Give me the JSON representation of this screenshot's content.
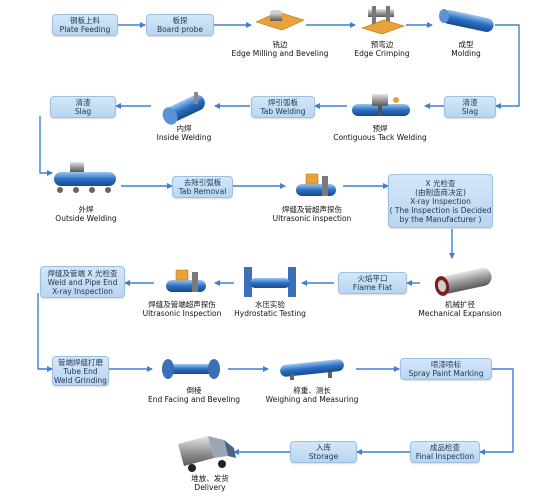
{
  "colors": {
    "box_top": "#d4e7f8",
    "box_bottom": "#b9d5f0",
    "box_border": "#9dbfe2",
    "arrow": "#3f7fd0",
    "icon_blue": "#2a6fc4",
    "icon_orange": "#e8a23a"
  },
  "steps": {
    "plate_feeding": {
      "zh": "钢板上料",
      "en": "Plate Feeding",
      "icon": "steel-plate-icon"
    },
    "board_probe": {
      "zh": "板探",
      "en": "Board probe",
      "icon": "none"
    },
    "edge_milling": {
      "zh": "铣边",
      "en": "Edge Milling and Beveling",
      "icon": "milling-machine-icon"
    },
    "edge_crimping": {
      "zh": "预弯边",
      "en": "Edge Crimping",
      "icon": "crimping-press-icon"
    },
    "molding": {
      "zh": "成型",
      "en": "Molding",
      "icon": "pipe-forming-icon"
    },
    "slag_1": {
      "zh": "清渣",
      "en": "Slag",
      "icon": "none"
    },
    "tack_welding": {
      "zh": "预焊",
      "en": "Contiguous Tack Welding",
      "icon": "tack-welder-icon"
    },
    "tab_welding": {
      "zh": "焊引弧板",
      "en": "Tab Welding",
      "icon": "none"
    },
    "inside_welding": {
      "zh": "内焊",
      "en": "Inside Welding",
      "icon": "inside-welder-icon"
    },
    "slag_2": {
      "zh": "清渣",
      "en": "Slag",
      "icon": "none"
    },
    "outside_welding": {
      "zh": "外焊",
      "en": "Outside Welding",
      "icon": "outside-welder-icon"
    },
    "tab_removal": {
      "zh": "去除引弧板",
      "en": "Tab Removal",
      "icon": "none"
    },
    "ultrasonic_1": {
      "zh": "焊缝及管超声探伤",
      "en": "Ultrasonic inspection",
      "icon": "ultrasonic-tester-icon"
    },
    "xray": {
      "lines": [
        "X 光检查",
        "(由制造商决定)",
        "X-ray Inspection",
        "( The Inspection is Decided",
        "by the Manufacturer )"
      ],
      "icon": "none"
    },
    "weld_pipe_xray": {
      "lines": [
        "焊缝及管端 X 光检查",
        "Weld and Pipe End",
        "X-ray Inspection"
      ],
      "icon": "none"
    },
    "ultrasonic_2": {
      "zh": "焊缝及管端超声探伤",
      "en": "Ultrasonic Inspection",
      "icon": "ultrasonic-tester-icon"
    },
    "hydrostatic": {
      "zh": "水压实验",
      "en": "Hydrostatic Testing",
      "icon": "hydro-tester-icon"
    },
    "flame_flat": {
      "zh": "火焰平口",
      "en": "Flame Flat",
      "icon": "none"
    },
    "mechanical_expansion": {
      "zh": "机械扩径",
      "en": "Mechanical Expansion",
      "icon": "expander-icon"
    },
    "tube_grinding": {
      "zh": "管端焊缝打磨",
      "en": "Tube End",
      "en2": "Weld Grinding",
      "icon": "none"
    },
    "end_facing": {
      "zh": "倒棱",
      "en": "End Facing and Beveling",
      "icon": "facing-machine-icon"
    },
    "weighing": {
      "zh": "称重、测长",
      "en": "Weighing and Measuring",
      "icon": "pipe-scale-icon"
    },
    "spray_marking": {
      "zh": "喷漆喷标",
      "en": "Spray Paint Marking",
      "icon": "none"
    },
    "final_inspection": {
      "zh": "成品检查",
      "en": "Final Inspection",
      "icon": "none"
    },
    "storage": {
      "zh": "入库",
      "en": "Storage",
      "icon": "none"
    },
    "delivery": {
      "zh": "堆放、发货",
      "en": "Delivery",
      "icon": "truck-icon"
    }
  }
}
